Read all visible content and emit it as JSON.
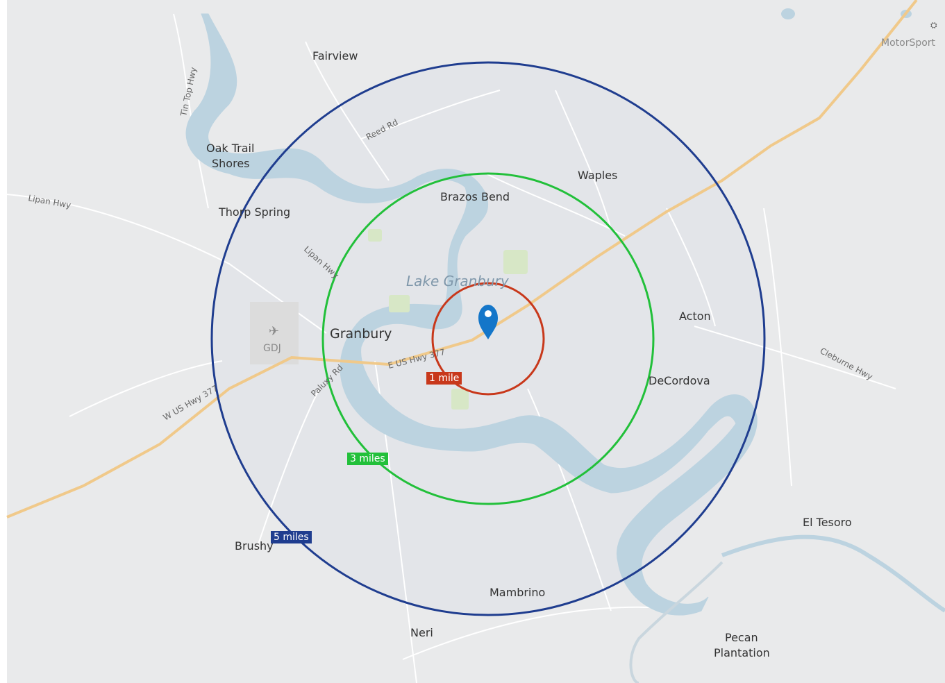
{
  "map": {
    "colors": {
      "land": "#e9eaeb",
      "water": "#bcd3e0",
      "park": "#d7e7c6",
      "highway": "#f0c98a",
      "road": "#ffffff",
      "ring_1": "#c8381b",
      "ring_3": "#22c03a",
      "ring_5": "#1f3d8f",
      "pin": "#1476c9"
    },
    "places": {
      "fairview": "Fairview",
      "oak_trail_1": "Oak Trail",
      "oak_trail_2": "Shores",
      "thorp_spring": "Thorp Spring",
      "brazos_bend": "Brazos Bend",
      "waples": "Waples",
      "granbury": "Granbury",
      "acton": "Acton",
      "decordova": "DeCordova",
      "el_tesoro": "El Tesoro",
      "brushy": "Brushy",
      "mambrino": "Mambrino",
      "neri": "Neri",
      "pecan_1": "Pecan",
      "pecan_2": "Plantation",
      "motorsport": "MotorSport"
    },
    "water_label": "Lake Granbury",
    "airport_code": "GDJ",
    "roads": {
      "tin_top": "Tin Top Hwy",
      "reed": "Reed Rd",
      "lipan_west": "Lipan Hwy",
      "lipan_mid": "Lipan Hwy",
      "e_us377": "E US Hwy 377",
      "w_us377": "W US Hwy 377",
      "paluxy": "Paluxy Rd",
      "cleburne": "Cleburne Hwy"
    },
    "rings": [
      {
        "label": "1 mile",
        "color": "#c8381b"
      },
      {
        "label": "3 miles",
        "color": "#22c03a"
      },
      {
        "label": "5 miles",
        "color": "#1f3d8f"
      }
    ],
    "icons": {
      "pin": "location-pin-icon",
      "airport": "airplane-icon",
      "motorsport": "motorsport-icon"
    }
  }
}
